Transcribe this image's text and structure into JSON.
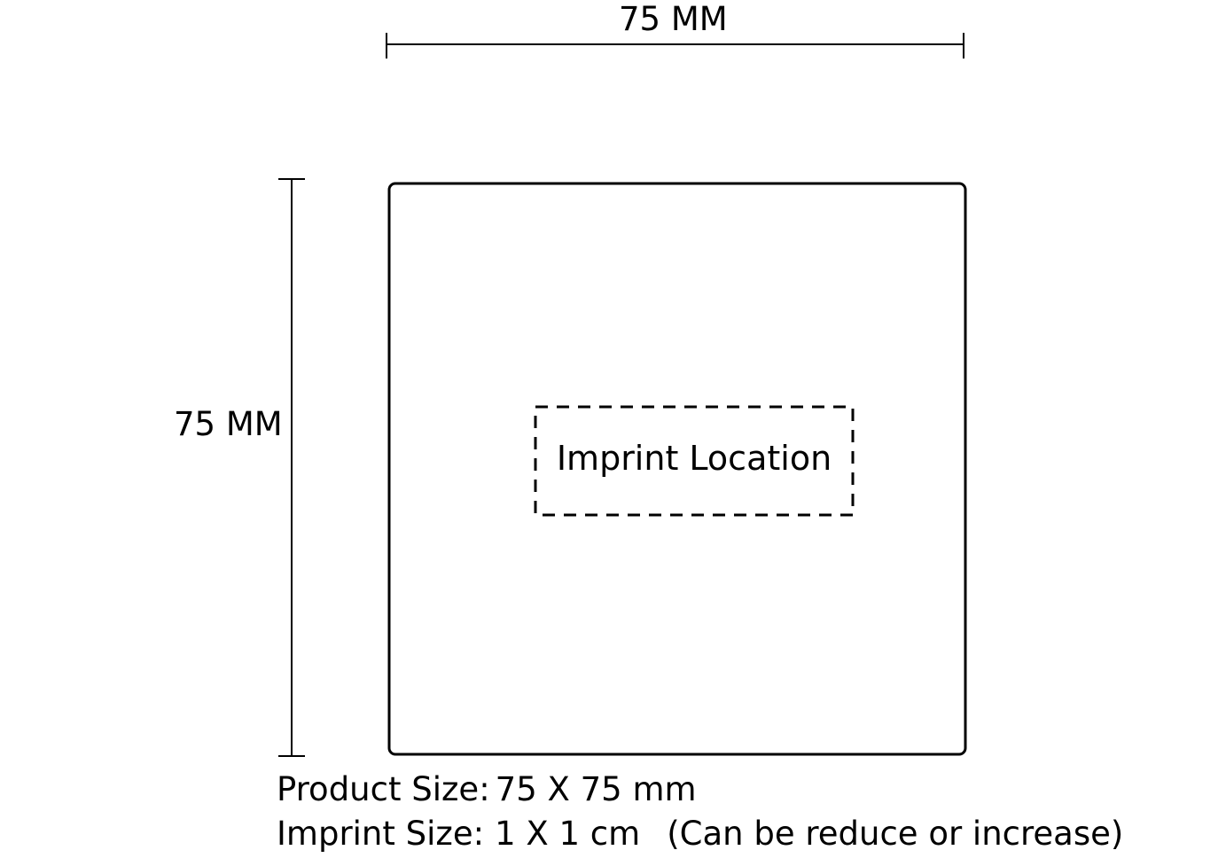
{
  "dimensions": {
    "width_label": "75 MM",
    "height_label": "75 MM"
  },
  "imprint_area": {
    "label": "Imprint Location"
  },
  "specs": {
    "product_size_label": "Product Size:",
    "product_size_value": "75 X 75 mm",
    "imprint_size_label": "Imprint Size:",
    "imprint_size_value": "1 X 1 cm",
    "imprint_size_note": "(Can be reduce or increase)"
  },
  "colors": {
    "line": "#000000",
    "background": "#ffffff"
  }
}
